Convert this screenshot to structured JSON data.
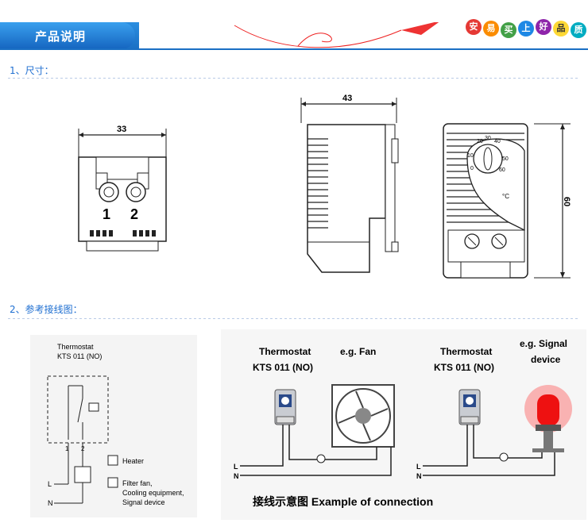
{
  "header": {
    "title": "产品说明",
    "slogan": [
      "安",
      "易",
      "买",
      "上",
      "好",
      "品",
      "质"
    ],
    "colors": {
      "band": "#1a6fc4",
      "pill": "#2b8ee0"
    }
  },
  "section1": {
    "label": "1、尺寸："
  },
  "dimensions": {
    "width_small": "33",
    "width_side": "43",
    "height": "60",
    "terminal_1": "1",
    "terminal_2": "2",
    "dial_scale": [
      "20",
      "30",
      "40",
      "10",
      "50",
      "0",
      "60"
    ],
    "unit": "°C"
  },
  "section2": {
    "label": "2、参考接线图："
  },
  "schematic": {
    "title_line1": "Thermostat",
    "title_line2": "KTS 011 (NO)",
    "pin1": "1",
    "pin2": "2",
    "line_L": "L",
    "line_N": "N",
    "legend_heater": "Heater",
    "legend_fan_line1": "Filter fan,",
    "legend_fan_line2": "Cooling equipment,",
    "legend_fan_line3": "Signal device"
  },
  "example": {
    "thermostat_line1": "Thermostat",
    "thermostat_line2": "KTS 011 (NO)",
    "fan_label": "e.g. Fan",
    "thermostat2_line1": "Thermostat",
    "thermostat2_line2": "KTS 011 (NO)",
    "signal_line1": "e.g. Signal",
    "signal_line2": "device",
    "line_L": "L",
    "line_N": "N",
    "line_L2": "L",
    "line_N2": "N",
    "caption": "接线示意图 Example of connection"
  }
}
